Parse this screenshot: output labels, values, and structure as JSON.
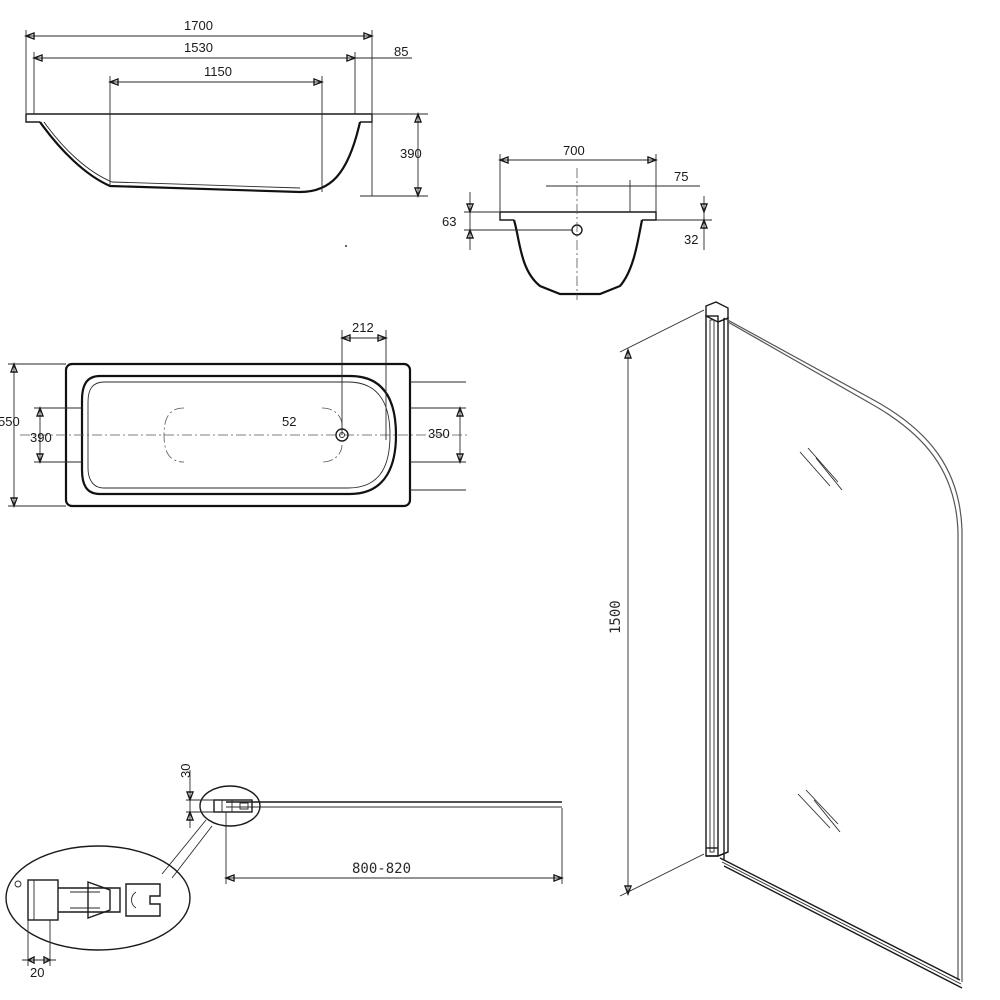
{
  "side_view": {
    "dim_overall_length": "1700",
    "dim_inner_length": "1530",
    "dim_flat_bottom": "1150",
    "dim_rim_offset": "85",
    "dim_height": "390"
  },
  "end_view": {
    "dim_width": "700",
    "dim_overflow_offset": "75",
    "dim_overflow_height": "63",
    "dim_rim_drop": "32"
  },
  "plan_view": {
    "dim_overall_width": "550",
    "dim_bottom_width_left": "390",
    "dim_bottom_width_right": "350",
    "dim_drain_offset": "212",
    "dim_drain_size": "52"
  },
  "screen_plan": {
    "dim_profile_depth": "30",
    "dim_screen_width": "800-820",
    "dim_detail_offset": "20"
  },
  "screen_elevation": {
    "dim_screen_height": "1500"
  }
}
